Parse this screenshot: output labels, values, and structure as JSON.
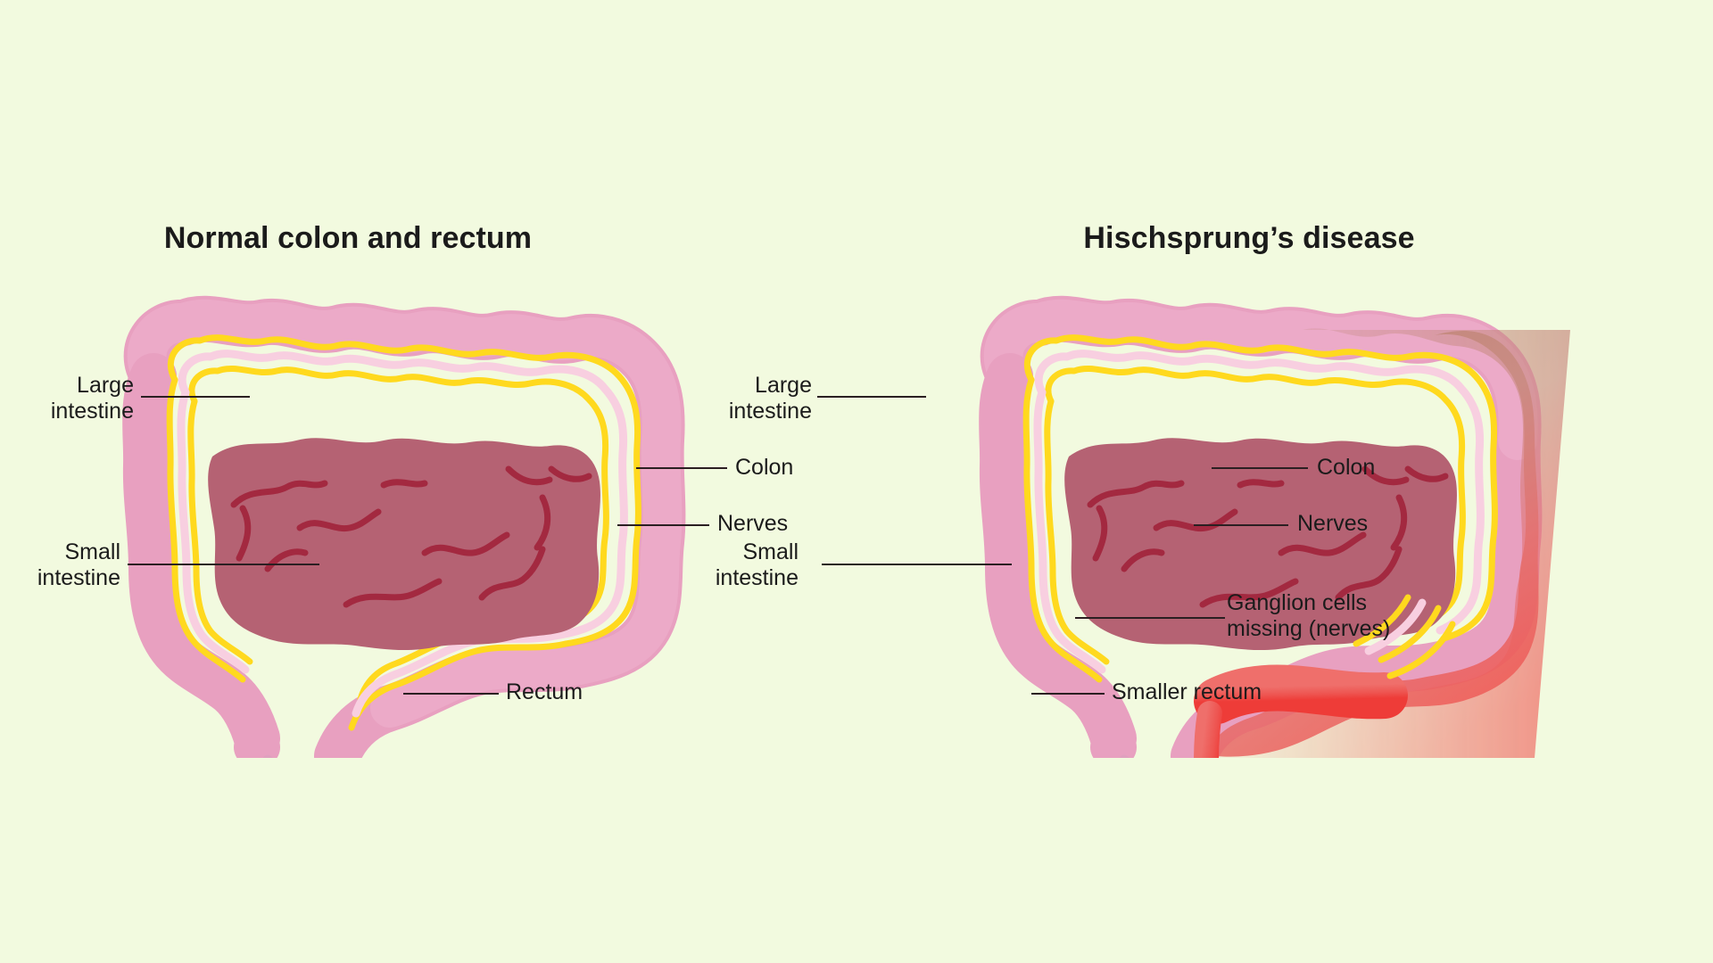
{
  "background_color": "#f2fadf",
  "panels": [
    {
      "id": "normal",
      "title": "Normal colon and rectum",
      "labels": [
        {
          "name": "large-intestine",
          "text": "Large\nintestine"
        },
        {
          "name": "small-intestine",
          "text": "Small\nintestine"
        },
        {
          "name": "colon",
          "text": "Colon"
        },
        {
          "name": "nerves",
          "text": "Nerves"
        },
        {
          "name": "rectum",
          "text": "Rectum"
        }
      ]
    },
    {
      "id": "disease",
      "title": "Hischsprung’s disease",
      "labels": [
        {
          "name": "large-intestine",
          "text": "Large\nintestine"
        },
        {
          "name": "small-intestine",
          "text": "Small\nintestine"
        },
        {
          "name": "colon",
          "text": "Colon"
        },
        {
          "name": "nerves",
          "text": "Nerves"
        },
        {
          "name": "ganglion-cells-missing",
          "text": "Ganglion cells\nmissing (nerves)"
        },
        {
          "name": "smaller-rectum",
          "text": "Smaller rectum"
        }
      ]
    }
  ],
  "colors": {
    "background": "#f2fadf",
    "colon_wall": "#e8a0c0",
    "colon_wall_light": "#eeb3cd",
    "colon_lumen_line": "#f8cfe0",
    "nerve_yellow": "#ffd91e",
    "small_intestine": "#b56273",
    "small_intestine_line": "#a32940",
    "anus_tip": "#d54d8f",
    "aganglionic_brown": "#b98470",
    "aganglionic_red": "#ef6a63",
    "rectum_red": "#ee4444",
    "leader_line": "#2b1f22",
    "text": "#1b1b1b"
  },
  "text_strings": {
    "large_intestine": "Large\nintestine",
    "small_intestine": "Small\nintestine",
    "colon": "Colon",
    "nerves": "Nerves",
    "rectum": "Rectum",
    "ganglion": "Ganglion cells\nmissing (nerves)",
    "smaller_rectum": "Smaller rectum",
    "title_normal": "Normal colon and rectum",
    "title_disease": "Hischsprung’s disease"
  }
}
